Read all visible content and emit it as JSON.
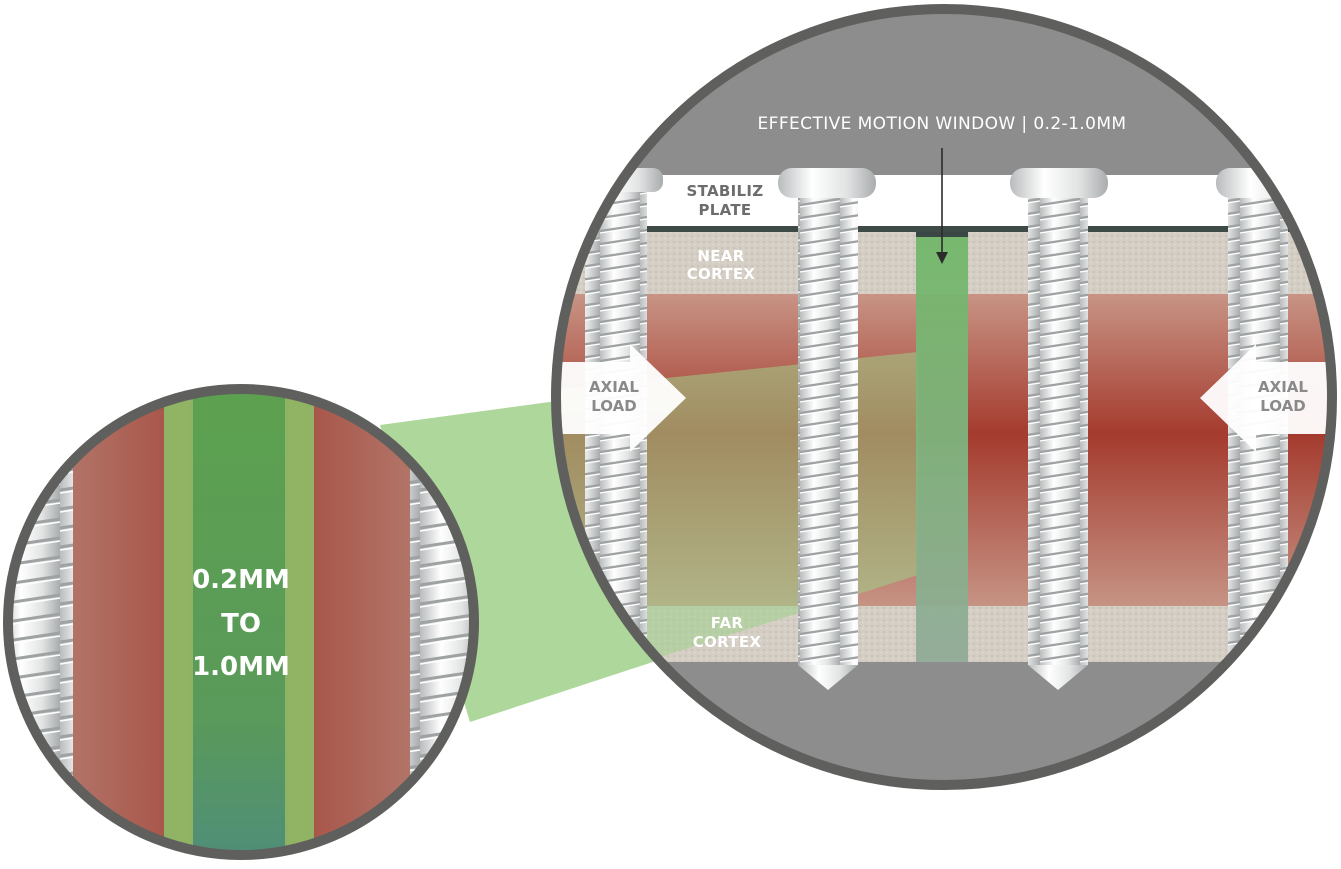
{
  "diagram": {
    "title": "EFFECTIVE MOTION WINDOW | 0.2-1.0MM",
    "plate_label": [
      "STABILIZ",
      "PLATE"
    ],
    "near_cortex_label": [
      "NEAR",
      "CORTEX"
    ],
    "far_cortex_label": [
      "FAR",
      "CORTEX"
    ],
    "axial_load_left": [
      "AXIAL",
      "LOAD"
    ],
    "axial_load_right": [
      "AXIAL",
      "LOAD"
    ],
    "zoom_label": [
      "0.2MM",
      "TO",
      "1.0MM"
    ]
  },
  "colors": {
    "circle_border": "#5e5f5c",
    "background_gray": "#8c8c8c",
    "bone": "#cfc9bf",
    "marrow": "#a24a3c",
    "motion_window": "#7fbf6a",
    "zoom_beam": "#9fd08a",
    "screw": "#e4e6e6"
  }
}
